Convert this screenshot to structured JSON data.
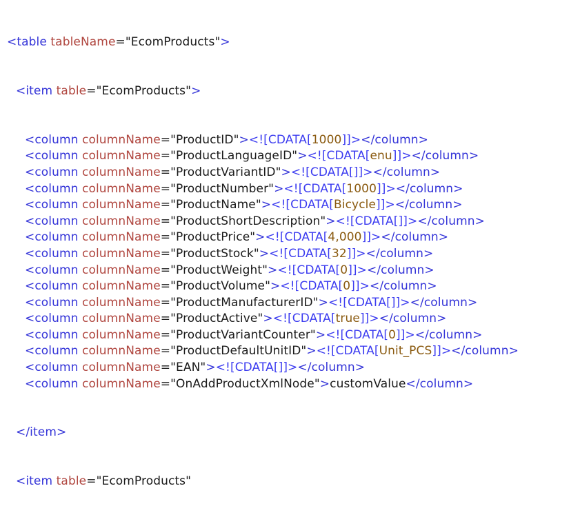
{
  "colors": {
    "tag": "#3434d8",
    "attribute": "#b0463f",
    "value": "#1a1a1a",
    "cdata": "#3c3cf0",
    "cdata_value": "#8a5a10"
  },
  "table_open": {
    "tag": "<table ",
    "attr": "tableName",
    "value": "=\"EcomProducts\"",
    "close": ">"
  },
  "item_open": {
    "tag": "<item ",
    "attr": "table",
    "value": "=\"EcomProducts\"",
    "close": ">"
  },
  "columns": [
    {
      "name": "ProductID",
      "cdata": "1000"
    },
    {
      "name": "ProductLanguageID",
      "cdata": "enu"
    },
    {
      "name": "ProductVariantID",
      "cdata": ""
    },
    {
      "name": "ProductNumber",
      "cdata": "1000"
    },
    {
      "name": "ProductName",
      "cdata": "Bicycle"
    },
    {
      "name": "ProductShortDescription",
      "cdata": ""
    },
    {
      "name": "ProductPrice",
      "cdata": "4,000"
    },
    {
      "name": "ProductStock",
      "cdata": "32"
    },
    {
      "name": "ProductWeight",
      "cdata": "0"
    },
    {
      "name": "ProductVolume",
      "cdata": "0"
    },
    {
      "name": "ProductManufacturerID",
      "cdata": ""
    },
    {
      "name": "ProductActive",
      "cdata": "true"
    },
    {
      "name": "ProductVariantCounter",
      "cdata": "0"
    },
    {
      "name": "ProductDefaultUnitID",
      "cdata": "Unit_PCS"
    },
    {
      "name": "EAN",
      "cdata": ""
    },
    {
      "name": "OnAddProductXmlNode",
      "text": "customValue"
    }
  ],
  "syntax": {
    "column_open": "<column ",
    "column_attr": "columnName",
    "column_close": "</column>",
    "cdata_start": "<![CDATA[",
    "cdata_end": "]]>",
    "gt": ">"
  },
  "item_close": "</item>",
  "next_item": {
    "tag": "<item ",
    "attr": "table",
    "value": "=\"EcomProducts\""
  }
}
